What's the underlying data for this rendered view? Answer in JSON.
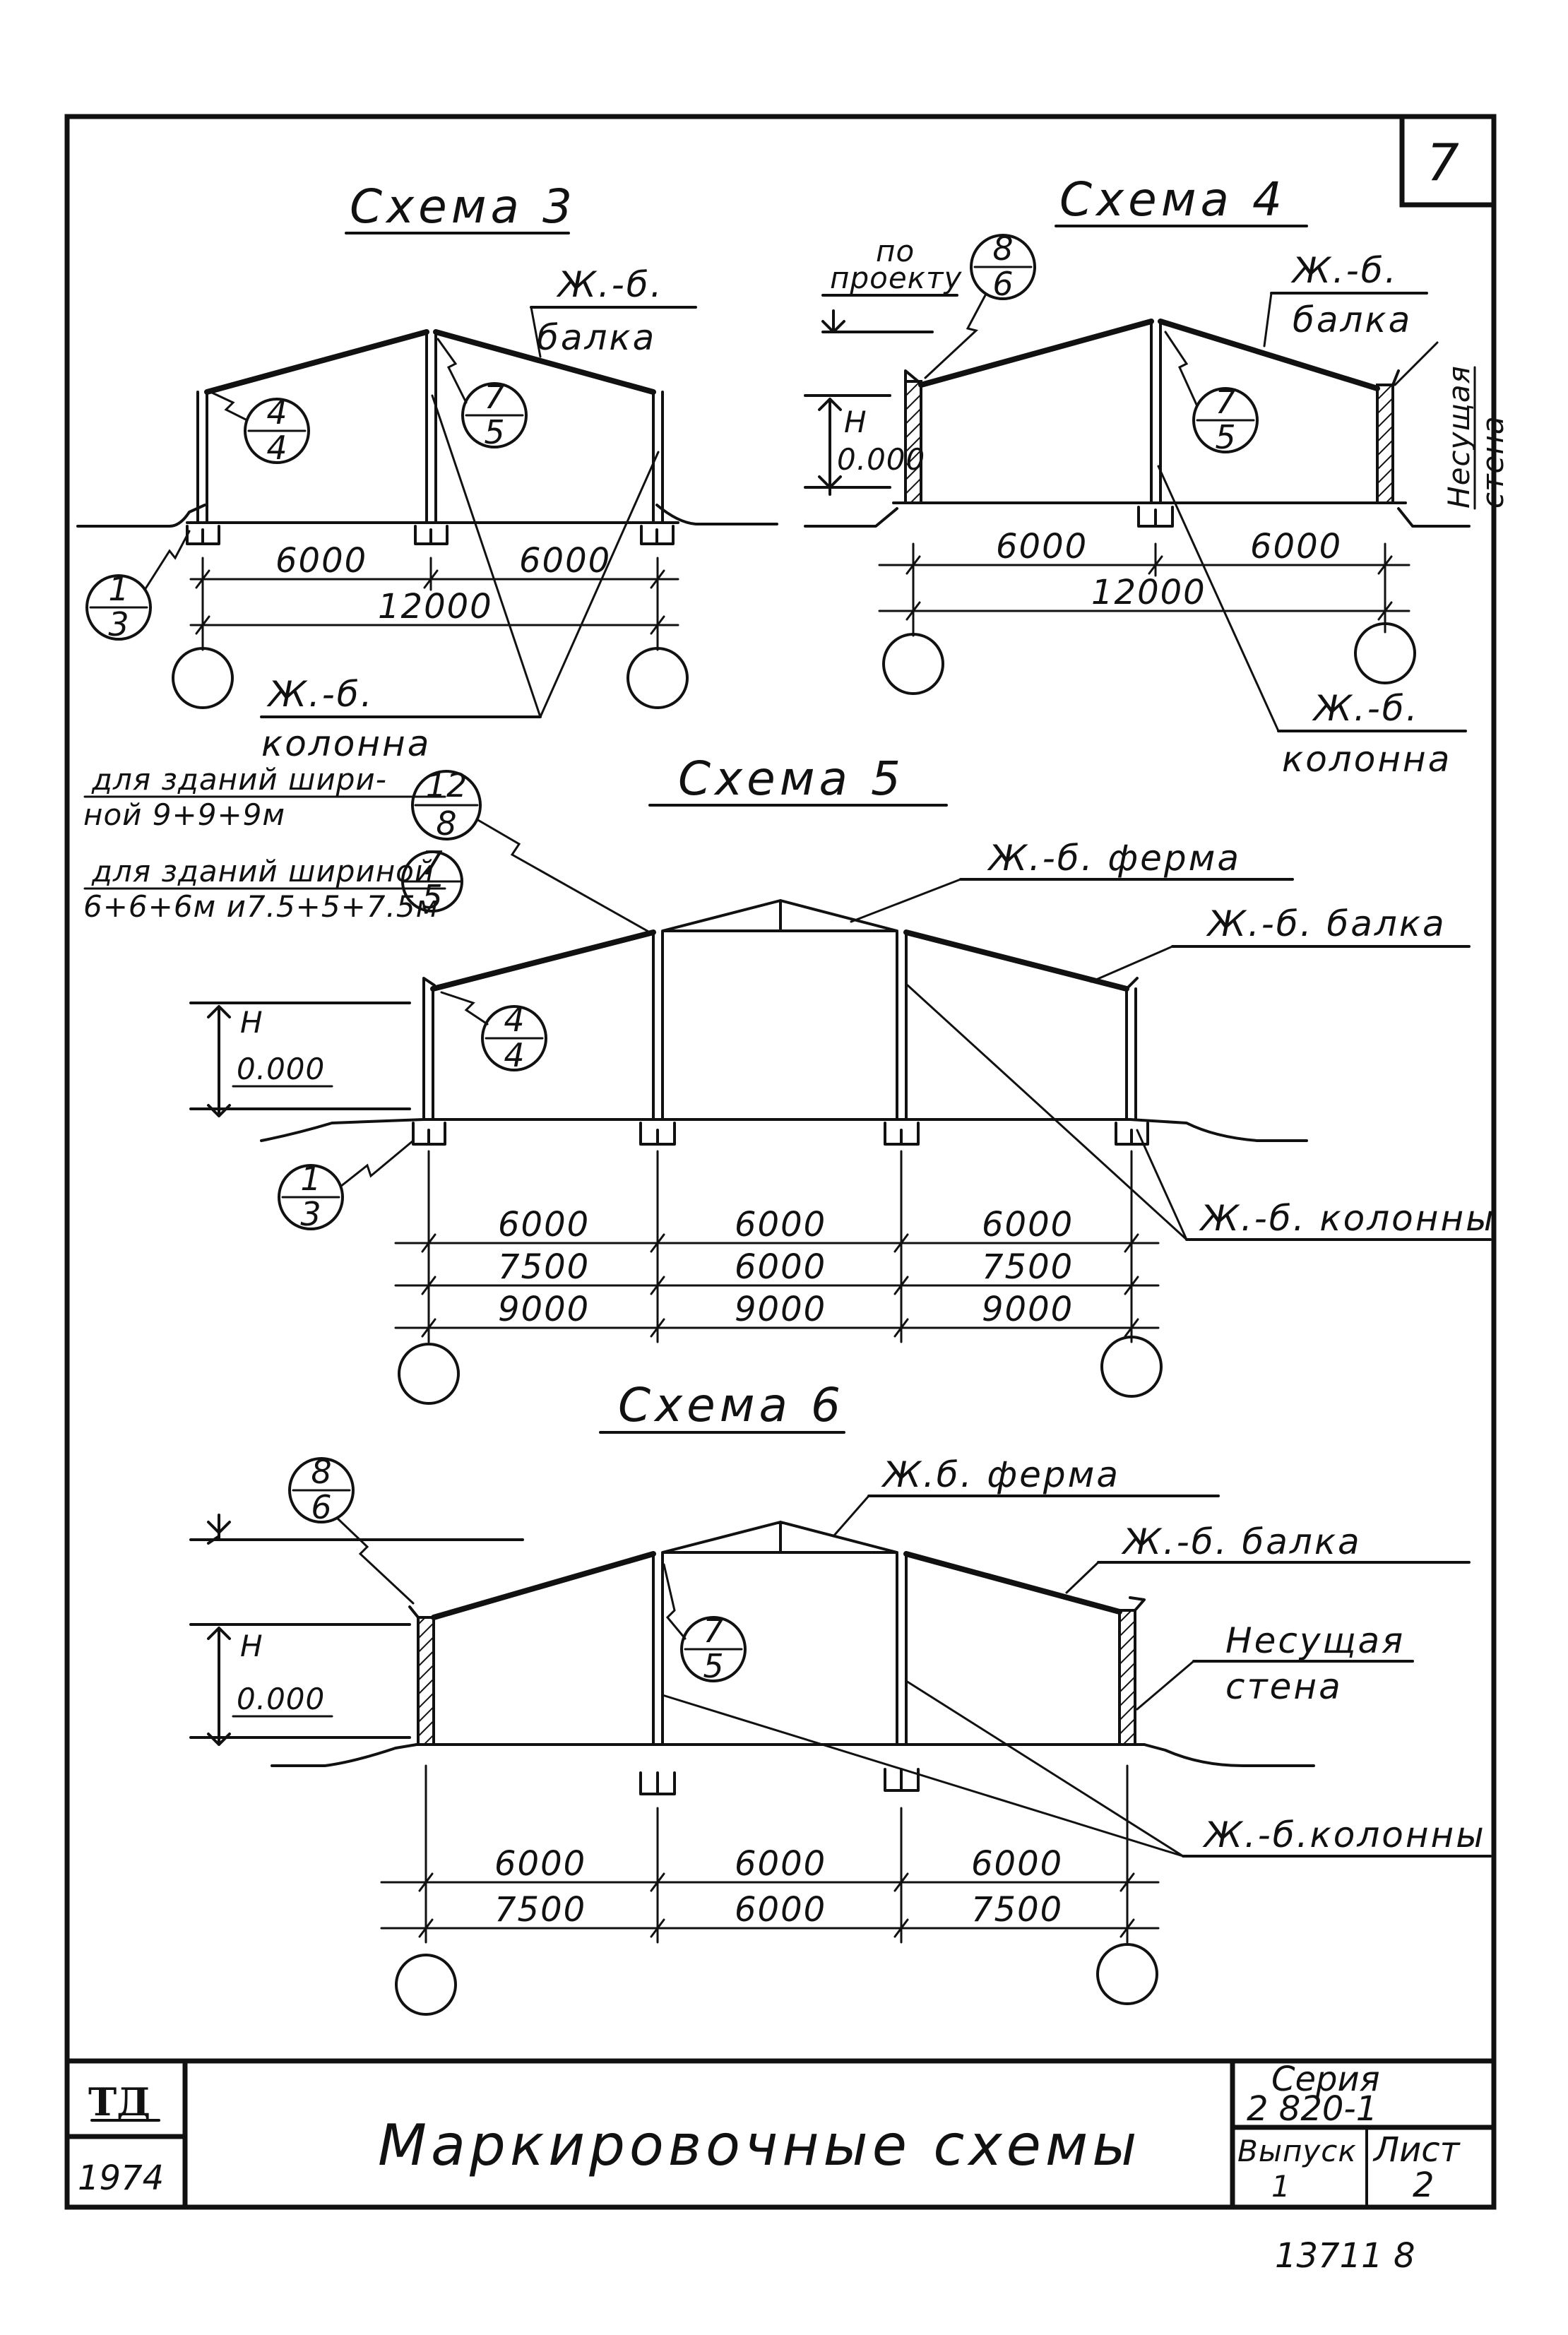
{
  "page_number": "7",
  "schemes": {
    "s3": {
      "title": "Схема 3",
      "beam_label": [
        "Ж.-б.",
        "балка"
      ],
      "column_label": [
        "Ж.-б.",
        "колонна"
      ],
      "markers": [
        {
          "top": "4",
          "bottom": "4"
        },
        {
          "top": "7",
          "bottom": "5"
        },
        {
          "top": "1",
          "bottom": "3"
        }
      ],
      "dims": {
        "span1": "6000",
        "span2": "6000",
        "total": "12000"
      }
    },
    "s4": {
      "title": "Схема 4",
      "project_label": [
        "по",
        "проекту"
      ],
      "beam_label": [
        "Ж.-б.",
        "балка"
      ],
      "column_label": [
        "Ж.-б.",
        "колонна"
      ],
      "wall_label": [
        "Несущая",
        "стена"
      ],
      "level_h": "H",
      "level_zero": "0.000",
      "markers": [
        {
          "top": "8",
          "bottom": "6"
        },
        {
          "top": "7",
          "bottom": "5"
        }
      ],
      "dims": {
        "span1": "6000",
        "span2": "6000",
        "total": "12000"
      }
    },
    "s5": {
      "title": "Схема 5",
      "note1": [
        "для зданий шири-",
        "ной 9+9+9м"
      ],
      "note2": [
        "для зданий шириной",
        "6+6+6м и7.5+5+7.5м"
      ],
      "truss_label": "Ж.-б. ферма",
      "beam_label": "Ж.-б. балка",
      "columns_label": "Ж.-б. колонны",
      "level_h": "H",
      "level_zero": "0.000",
      "markers": [
        {
          "top": "12",
          "bottom": "8"
        },
        {
          "top": "7",
          "bottom": "5"
        },
        {
          "top": "4",
          "bottom": "4"
        },
        {
          "top": "1",
          "bottom": "3"
        }
      ],
      "dim_rows": [
        [
          "6000",
          "6000",
          "6000"
        ],
        [
          "7500",
          "6000",
          "7500"
        ],
        [
          "9000",
          "9000",
          "9000"
        ]
      ]
    },
    "s6": {
      "title": "Схема 6",
      "truss_label": "Ж.б. ферма",
      "beam_label": "Ж.-б. балка",
      "wall_label": [
        "Несущая",
        "стена"
      ],
      "columns_label": "Ж.-б.колонны",
      "level_h": "H",
      "level_zero": "0.000",
      "markers": [
        {
          "top": "8",
          "bottom": "6"
        },
        {
          "top": "7",
          "bottom": "5"
        }
      ],
      "dim_rows": [
        [
          "6000",
          "6000",
          "6000"
        ],
        [
          "7500",
          "6000",
          "7500"
        ]
      ]
    }
  },
  "title_block": {
    "stamp": "ТД",
    "year": "1974",
    "sheet_title": "Маркировочные схемы",
    "series_label": "Серия",
    "series_value": "2 820-1",
    "issue_label": "Выпуск",
    "issue_value": "1",
    "sheet_label": "Лист",
    "sheet_value": "2"
  },
  "footer_code": "13711 8"
}
